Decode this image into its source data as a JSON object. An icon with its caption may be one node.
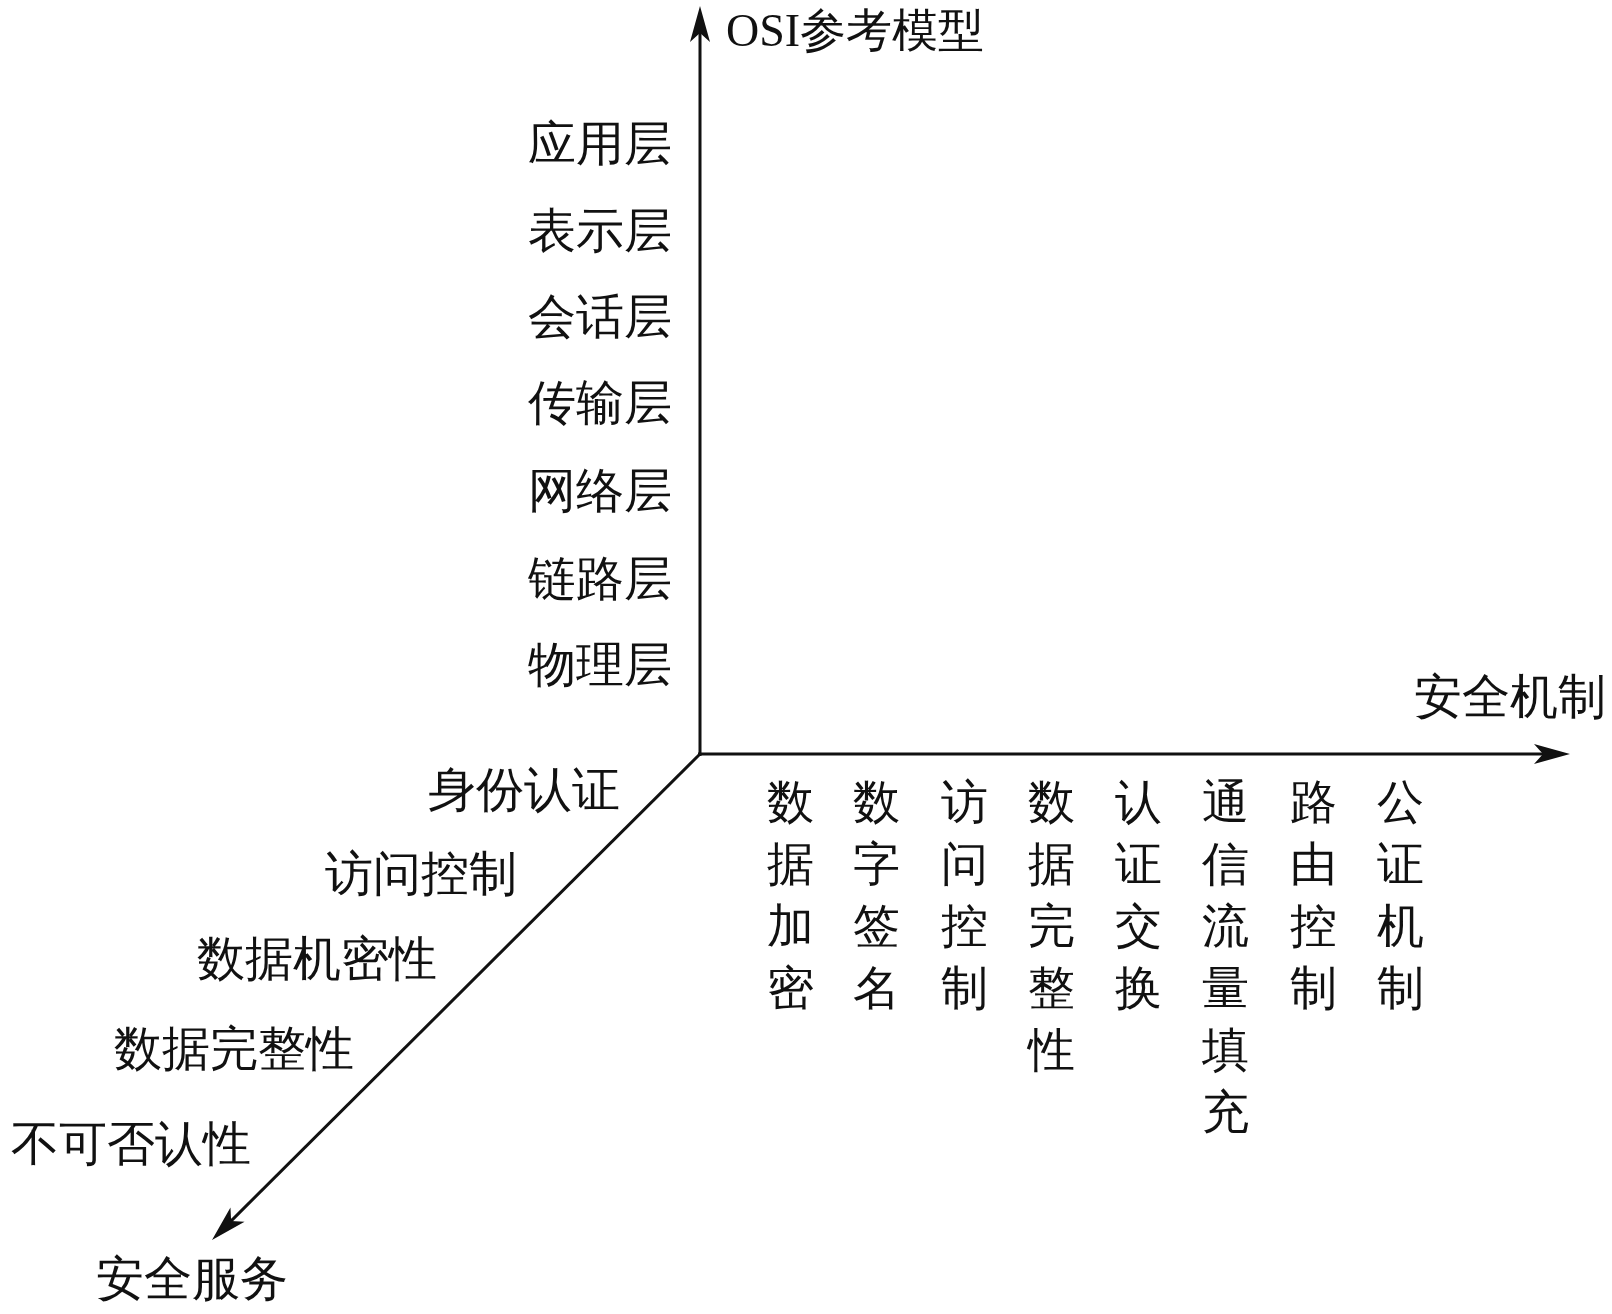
{
  "diagram": {
    "labels": [
      "OSI参考模型",
      "应用层",
      "表示层",
      "会话层",
      "传输层",
      "网络层",
      "链路层",
      "物理层",
      "安全机制",
      "身份认证",
      "数据加密",
      "数字签名",
      "访问控制",
      "数据完整性",
      "认证交换",
      "通信流量填充",
      "路由控制",
      "公证机制",
      "访问控制",
      "数据机密性",
      "数据完整性",
      "不可否认性",
      "安全服务"
    ]
  }
}
